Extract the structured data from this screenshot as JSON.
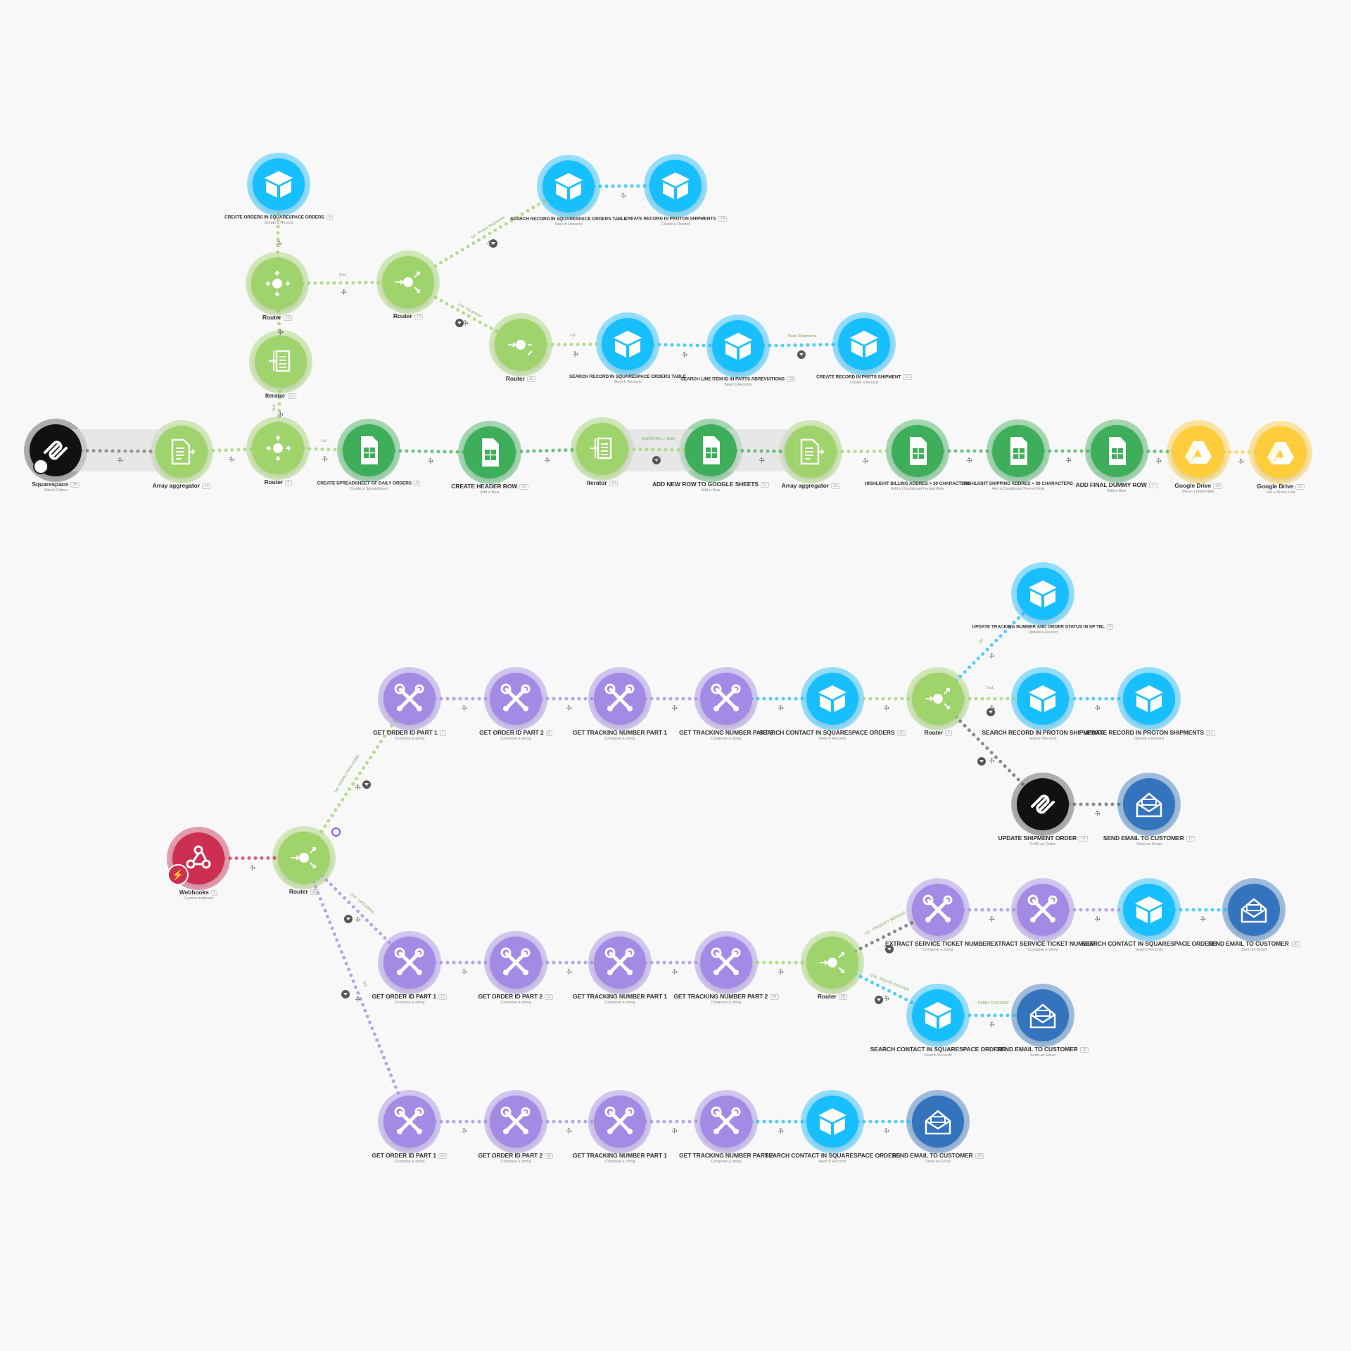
{
  "colors": {
    "airtable": "#18bfff",
    "sheets": "#3fae5b",
    "router": "#9fd36b",
    "tools": "#a28ae5",
    "drive": "#ffcd3c",
    "squarespace": "#111111",
    "email": "#3473bd",
    "webhook": "#cc2f52"
  },
  "scenario1": {
    "squarespace": {
      "label": "Squarespace",
      "num": "34",
      "sub": "Watch Orders"
    },
    "array_aggregator_1": {
      "label": "Array aggregator",
      "num": "14",
      "sub": ""
    },
    "router_main": {
      "label": "Router",
      "num": "4",
      "sub": ""
    },
    "iterator_up": {
      "label": "Iterator",
      "num": "21",
      "sub": ""
    },
    "router_up": {
      "label": "Router",
      "num": "22",
      "sub": ""
    },
    "create_orders": {
      "label": "CREATE ORDERS IN SQUARESPACE ORDERS",
      "num": "6",
      "sub": "Create a Record"
    },
    "router_mid": {
      "label": "Router",
      "num": "23",
      "sub": ""
    },
    "search_sq_orders_1": {
      "label": "SEARCH RECORD IN SQUARESPACE ORDERS TABLE",
      "num": "",
      "sub": "Search Records"
    },
    "create_proton": {
      "label": "CREATE RECORD IN PROTON SHIPMENTS",
      "num": "24",
      "sub": "Create a Record"
    },
    "router_low": {
      "label": "Router",
      "num": "25",
      "sub": ""
    },
    "search_sq_orders_2": {
      "label": "SEARCH RECORD IN SQUARESPACE ORDERS TABLE",
      "num": "",
      "sub": "Search Records"
    },
    "search_line_item": {
      "label": "SEARCH LINE ITEM ID IN PARTS ABREVIATIONS",
      "num": "26",
      "sub": "Search Records"
    },
    "create_parts": {
      "label": "CREATE RECORD IN PARTS SHIPMENT",
      "num": "27",
      "sub": "Create a Record"
    },
    "create_spreadsheet": {
      "label": "CREATE SPREADSHEET OF DAILY ORDERS",
      "num": "5",
      "sub": "Create a Spreadsheet"
    },
    "create_header": {
      "label": "CREATE HEADER ROW",
      "num": "10",
      "sub": "Add a Row"
    },
    "iterator_main": {
      "label": "Iterator",
      "num": "16",
      "sub": ""
    },
    "add_new_row": {
      "label": "ADD NEW ROW TO GOOGLE SHEETS",
      "num": "11",
      "sub": "Add a Row"
    },
    "array_aggregator_2": {
      "label": "Array aggregator",
      "num": "15",
      "sub": ""
    },
    "highlight_billing": {
      "label": "HIGHLIGHT BILLING ADDRES > 30 CHARACTERS",
      "num": "",
      "sub": "Add a Conditional Format Rule"
    },
    "highlight_shipping": {
      "label": "HIGHLIGHT SHIPPING ADDRES > 30 CHARACTERS",
      "num": "",
      "sub": "Add a Conditional Format Rule"
    },
    "add_final_dummy": {
      "label": "ADD FINAL DUMMY ROW",
      "num": "17",
      "sub": "Add a Row"
    },
    "gdrive_1": {
      "label": "Google Drive",
      "num": "18",
      "sub": "Move a File/Folder"
    },
    "gdrive_2": {
      "label": "Google Drive",
      "num": "21",
      "sub": "Get a Share Link"
    },
    "routes": {
      "r1": "1st",
      "r2": "2nd",
      "r3": "1st",
      "up": "2nd",
      "proton": "1st - Proton Shipments",
      "parts": "2nd - No proton",
      "low1": "1st",
      "parts_label": "Parts Shipments",
      "subtotal": "SUBTOTAL > 1580"
    }
  },
  "scenario2": {
    "webhooks": {
      "label": "Webhooks",
      "num": "1",
      "sub": "Custom mailhook"
    },
    "router_main": {
      "label": "Router",
      "num": "19",
      "sub": ""
    },
    "top": {
      "get1": {
        "label": "GET ORDER ID PART 1",
        "num": "7",
        "sub": "Compose a string"
      },
      "get2": {
        "label": "GET ORDER ID PART 2",
        "num": "8",
        "sub": "Compose a string"
      },
      "trk1": {
        "label": "GET TRACKING NUMBER PART 1",
        "num": "",
        "sub": "Compose a string"
      },
      "trk2": {
        "label": "GET TRACKING NUMBER PART 2",
        "num": "",
        "sub": "Compose a string"
      },
      "search": {
        "label": "SEARCH CONTACT IN SQUARESPACE ORDERS",
        "num": "10",
        "sub": "Search Records"
      },
      "router": {
        "label": "Router",
        "num": "4",
        "sub": ""
      },
      "update_tracking": {
        "label": "UPDATE TRACKING NUMBER AND ORDER STATUS IN SP TBL",
        "num": "6",
        "sub": "Update a Record"
      },
      "search_proton": {
        "label": "SEARCH RECORD IN PROTON SHIPMENTS",
        "num": "",
        "sub": "Search Records"
      },
      "update_proton": {
        "label": "UPDATE RECORD IN PROTON SHIPMENTS",
        "num": "12",
        "sub": "Update a Record"
      },
      "update_shipment": {
        "label": "UPDATE SHIPMENT ORDER",
        "num": "14",
        "sub": "Fulfill an Order"
      },
      "send_email": {
        "label": "SEND EMAIL TO CUSTOMER",
        "num": "17",
        "sub": "Send an Email"
      }
    },
    "mid": {
      "get1": {
        "label": "GET ORDER ID PART 1",
        "num": "21",
        "sub": "Compose a string"
      },
      "get2": {
        "label": "GET ORDER ID PART 2",
        "num": "22",
        "sub": "Compose a string"
      },
      "trk1": {
        "label": "GET TRACKING NUMBER PART 1",
        "num": "",
        "sub": "Compose a string"
      },
      "trk2": {
        "label": "GET TRACKING NUMBER PART 2",
        "num": "24",
        "sub": "Compose a string"
      },
      "router": {
        "label": "Router",
        "num": "26",
        "sub": ""
      },
      "extract1": {
        "label": "EXTRACT SERVICE TICKET NUMBER",
        "num": "",
        "sub": "Compose a string"
      },
      "extract2": {
        "label": "EXTRACT SERVICE TICKET NUMBER",
        "num": "",
        "sub": "Compose a string"
      },
      "search_contact": {
        "label": "SEARCH CONTACT IN SQUARESPACE ORDERS",
        "num": "",
        "sub": "Search Records"
      },
      "send_email_1": {
        "label": "SEND EMAIL TO CUSTOMER",
        "num": "30",
        "sub": "Send an Email"
      },
      "search_contact_2": {
        "label": "SEARCH CONTACT IN SQUARESPACE ORDERS",
        "num": "",
        "sub": "Search Records"
      },
      "send_email_2": {
        "label": "SEND EMAIL TO CUSTOMER",
        "num": "18",
        "sub": "Send an Email"
      }
    },
    "bottom": {
      "get1": {
        "label": "GET ORDER ID PART 1",
        "num": "31",
        "sub": "Compose a string"
      },
      "get2": {
        "label": "GET ORDER ID PART 2",
        "num": "32",
        "sub": "Compose a string"
      },
      "trk1": {
        "label": "GET TRACKING NUMBER PART 1",
        "num": "",
        "sub": "Compose a string"
      },
      "trk2": {
        "label": "GET TRACKING NUMBER PART 2",
        "num": "",
        "sub": "Compose a string"
      },
      "search": {
        "label": "SEARCH CONTACT IN SQUARESPACE ORDERS",
        "num": "",
        "sub": "Search Records"
      },
      "send_email": {
        "label": "SEND EMAIL TO CUSTOMER",
        "num": "36",
        "sub": "Send an Email"
      }
    },
    "routes": {
      "top": "1st - INSPECTION EMAIL",
      "mid": "2nd - UPS EMAIL",
      "bottom": "3rd",
      "t1": "1st",
      "t2": "2nd",
      "m1": "1st - PRODUCT SERVICE",
      "m2": "2nd - ROUTE SERVICE",
      "email_content": "EMAIL CONTENT"
    }
  }
}
